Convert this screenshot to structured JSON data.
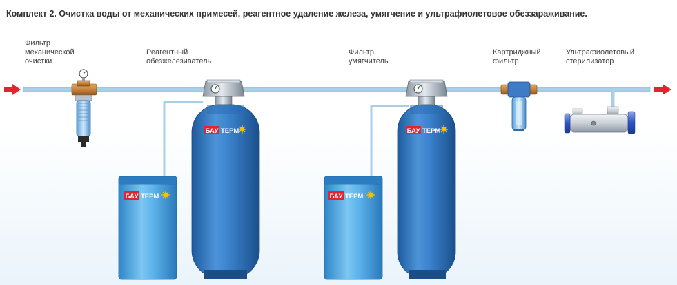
{
  "title": "Комплект 2. Очистка воды от механических примесей, реагентное удаление железа, умягчение и ультрафиолетовое обеззараживание.",
  "labels": {
    "mechanical_filter": [
      "Фильтр",
      "механической",
      "очистки"
    ],
    "iron_remover": [
      "Реагентный",
      "обезжелезиватель"
    ],
    "softener": [
      "Фильтр",
      "умягчитель"
    ],
    "cartridge_filter": [
      "Картриджный",
      "фильтр"
    ],
    "uv_sterilizer": [
      "Ультрафиолетовый",
      "стерилизатор"
    ]
  },
  "brand": {
    "part1": "БАУ",
    "part2": "ТЕРМ"
  },
  "colors": {
    "pipe": "#a9cfe6",
    "flow_arrow": "#e3232d",
    "tank_blue": "#2f74bf",
    "brine_blue": "#4aa8e6",
    "brand_red": "#e3232d",
    "brand_yellow": "#f6c200",
    "brass": "#c9853a"
  },
  "icons": [
    "flow-in-arrow",
    "flow-out-arrow",
    "pressure-gauge-icon",
    "control-valve-icon",
    "sun-logo-icon"
  ]
}
